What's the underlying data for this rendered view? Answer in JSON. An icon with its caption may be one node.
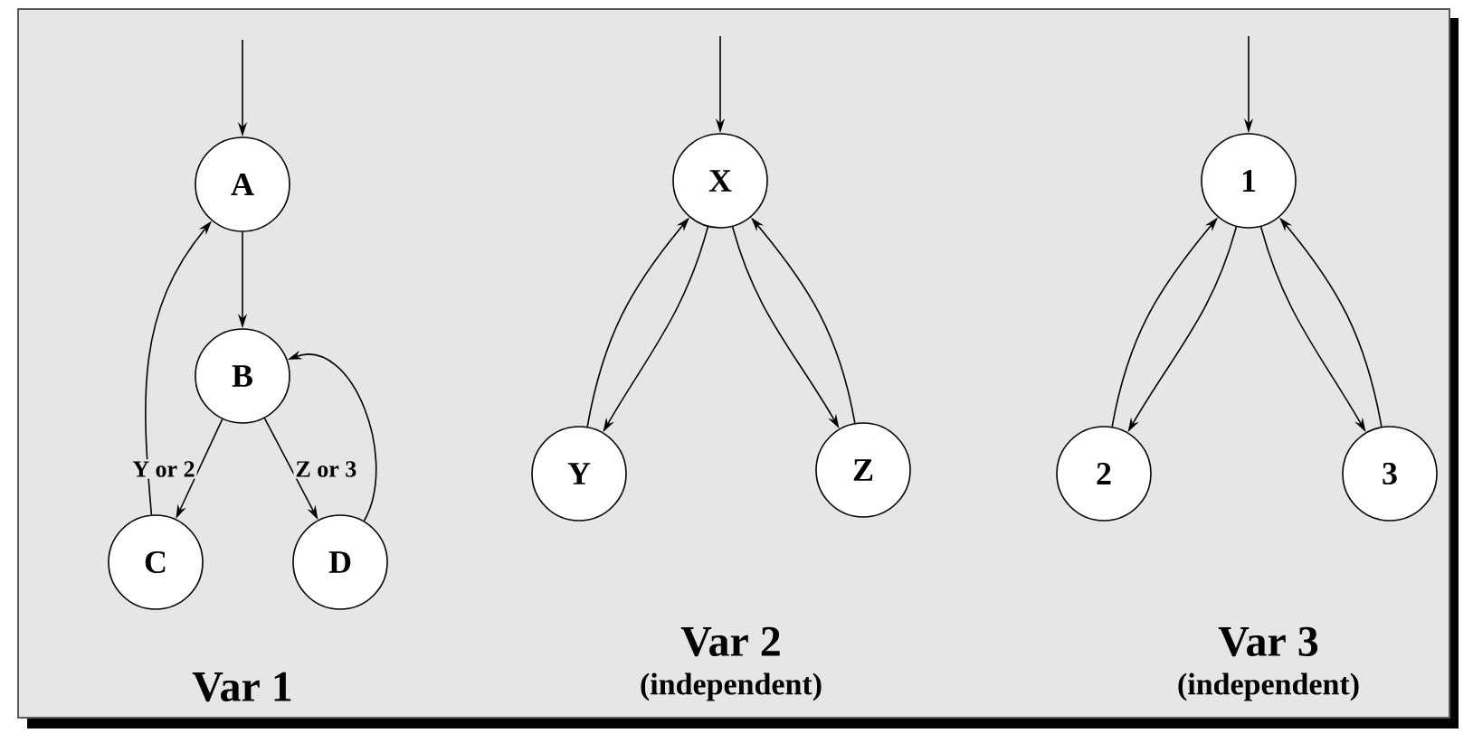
{
  "diagram": {
    "nodes": [
      {
        "text": [
          "A"
        ]
      },
      {
        "text": [
          "B"
        ]
      },
      {
        "text": [
          "C"
        ]
      },
      {
        "text": [
          "D"
        ]
      },
      {
        "text": [
          "X"
        ]
      },
      {
        "text": [
          "Y"
        ]
      },
      {
        "text": [
          "Z"
        ]
      },
      {
        "text": [
          "1"
        ]
      },
      {
        "text": [
          "2"
        ]
      },
      {
        "text": [
          "3"
        ]
      }
    ],
    "edges": [
      {
        "from": null,
        "to": 0,
        "arrow": "to"
      },
      {
        "from": 0,
        "to": 1,
        "arrow": "to"
      },
      {
        "from": 1,
        "to": 2,
        "arrow": "to",
        "label": "Y or 2"
      },
      {
        "from": 1,
        "to": 3,
        "arrow": "to",
        "label": "Z or 3"
      },
      {
        "from": 2,
        "to": 0,
        "arrow": "to"
      },
      {
        "from": 3,
        "to": 1,
        "arrow": "to"
      },
      {
        "from": null,
        "to": 4,
        "arrow": "to"
      },
      {
        "from": 4,
        "to": 5,
        "arrow": "to"
      },
      {
        "from": 4,
        "to": 6,
        "arrow": "to"
      },
      {
        "from": 5,
        "to": 4,
        "arrow": "to"
      },
      {
        "from": 6,
        "to": 4,
        "arrow": "to"
      },
      {
        "from": null,
        "to": 7,
        "arrow": "to"
      },
      {
        "from": 7,
        "to": 8,
        "arrow": "to"
      },
      {
        "from": 7,
        "to": 9,
        "arrow": "to"
      },
      {
        "from": 8,
        "to": 7,
        "arrow": "to"
      },
      {
        "from": 9,
        "to": 7,
        "arrow": "to"
      }
    ],
    "labels": [
      "Var 1",
      "Var 2",
      "(independent)",
      "Var 3",
      "(independent)"
    ]
  }
}
